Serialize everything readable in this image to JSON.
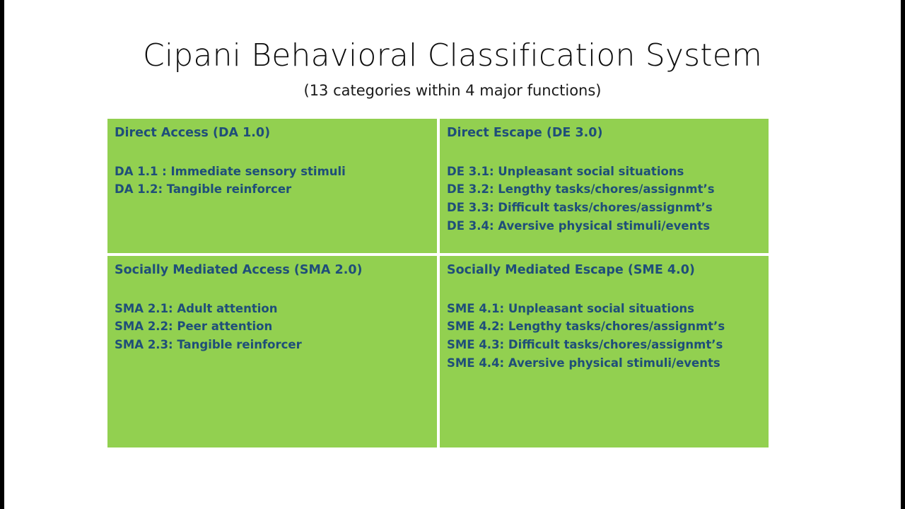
{
  "slide": {
    "title": "Cipani Behavioral Classification System",
    "subtitle": "(13 categories within 4 major functions)",
    "background_color": "#FFFFFF",
    "letterbox_color": "#000000"
  },
  "theme": {
    "cell_fill": "#92D050",
    "text_color": "#1F4E79",
    "title_color": "#0D0D0D",
    "gutter_color": "#FFFFFF"
  },
  "matrix": {
    "quadrants": [
      {
        "id": "direct-access",
        "heading": "Direct Access (DA 1.0)",
        "items": [
          "DA 1.1 : Immediate sensory stimuli",
          "DA 1.2: Tangible reinforcer"
        ]
      },
      {
        "id": "direct-escape",
        "heading": "Direct Escape (DE 3.0)",
        "items": [
          "DE 3.1: Unpleasant social situations",
          "DE 3.2: Lengthy tasks/chores/assignmt’s",
          "DE 3.3: Difficult tasks/chores/assignmt’s",
          "DE 3.4: Aversive physical stimuli/events"
        ]
      },
      {
        "id": "socially-mediated-access",
        "heading": "Socially Mediated Access (SMA 2.0)",
        "items": [
          "SMA 2.1: Adult attention",
          "SMA 2.2: Peer attention",
          "SMA 2.3: Tangible reinforcer"
        ]
      },
      {
        "id": "socially-mediated-escape",
        "heading": "Socially Mediated Escape (SME 4.0)",
        "items": [
          "SME 4.1: Unpleasant social situations",
          "SME 4.2: Lengthy tasks/chores/assignmt’s",
          "SME 4.3: Difficult tasks/chores/assignmt’s",
          "SME 4.4: Aversive physical stimuli/events"
        ]
      }
    ]
  }
}
